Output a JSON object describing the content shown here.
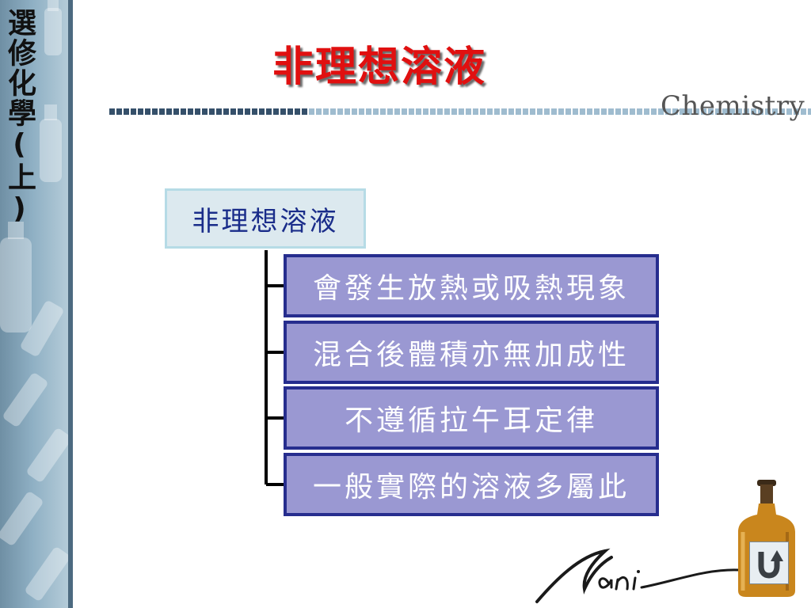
{
  "sidebar": {
    "title": "選修化學(上)"
  },
  "header": {
    "title": "非理想溶液",
    "brand": "Chemistry"
  },
  "diagram": {
    "root": "非理想溶液",
    "items": [
      "會發生放熱或吸熱現象",
      "混合後體積亦無加成性",
      "不遵循拉午耳定律",
      "一般實際的溶液多屬此"
    ]
  },
  "footer": {
    "signature": "Vani"
  },
  "colors": {
    "title_red": "#e01010",
    "item_fill": "#9a98d2",
    "item_border": "#262d8e",
    "root_fill": "#dce9ef",
    "root_text": "#1a2d8a"
  },
  "icons": {
    "home": "u-turn-arrow-icon",
    "bottle": "reagent-bottle-icon"
  }
}
